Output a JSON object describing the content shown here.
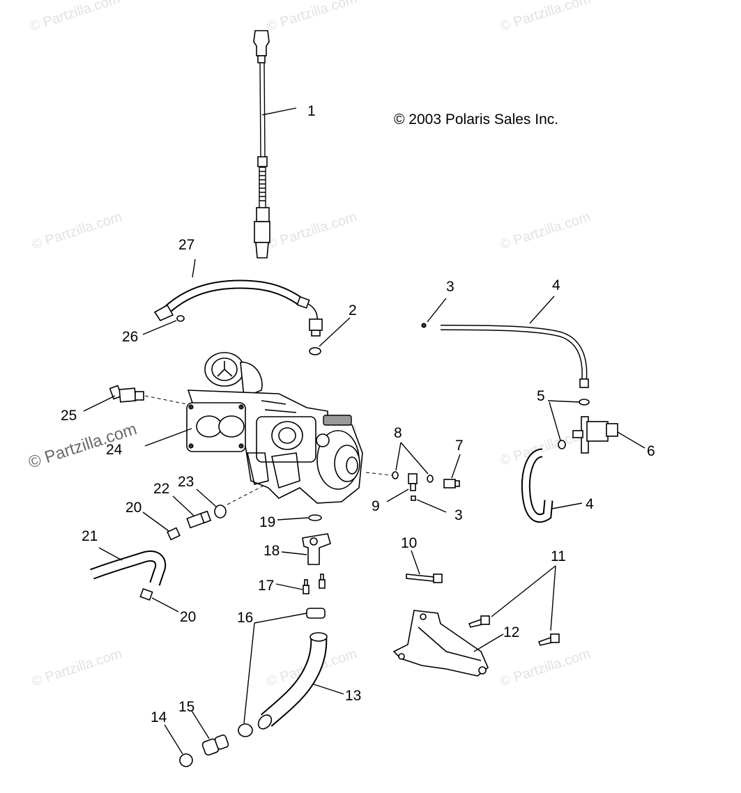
{
  "copyright": "© 2003 Polaris Sales Inc.",
  "watermark": "© Partzilla.com",
  "callouts": {
    "c1": "1",
    "c2": "2",
    "c3a": "3",
    "c3b": "3",
    "c4a": "4",
    "c4b": "4",
    "c5": "5",
    "c6": "6",
    "c7": "7",
    "c8": "8",
    "c9": "9",
    "c10": "10",
    "c11": "11",
    "c12": "12",
    "c13": "13",
    "c14": "14",
    "c15": "15",
    "c16": "16",
    "c17": "17",
    "c18": "18",
    "c19": "19",
    "c20a": "20",
    "c20b": "20",
    "c21": "21",
    "c22": "22",
    "c23": "23",
    "c24": "24",
    "c25": "25",
    "c26": "26",
    "c27": "27"
  }
}
